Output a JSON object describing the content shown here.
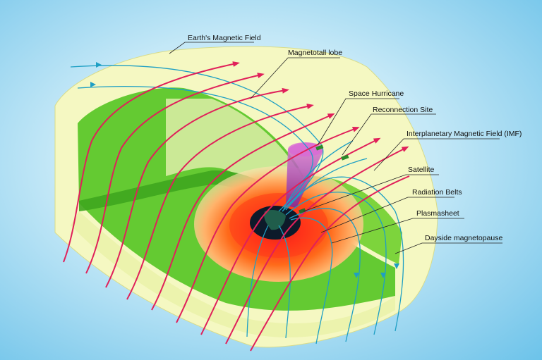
{
  "diagram": {
    "labels": {
      "earths_magnetic_field": "Earth's Magnetic Field",
      "magnetotail_lobe": "Magnetotall lobe",
      "space_hurricane": "Space Hurricane",
      "reconnection_site": "Reconnection Site",
      "imf": "Interplanetary Magnetic Field (IMF)",
      "satellite": "Satellite",
      "radiation_belts": "Radiation Belts",
      "plasmasheet": "Plasmasheet",
      "dayside_magnetopause": "Dayside magnetopause"
    },
    "colors": {
      "background": "#8dd0ee",
      "outer_shell": "#f5f8c2",
      "lobe_green": "#5cc72a",
      "plasma_orange": "#ff5a1a",
      "plasma_red": "#ff2a2a",
      "hurricane_purple": "#c24fd0",
      "imf_lines": "#e0205a",
      "field_lines": "#1e9fc4",
      "earth": "#0d1a2a"
    }
  }
}
